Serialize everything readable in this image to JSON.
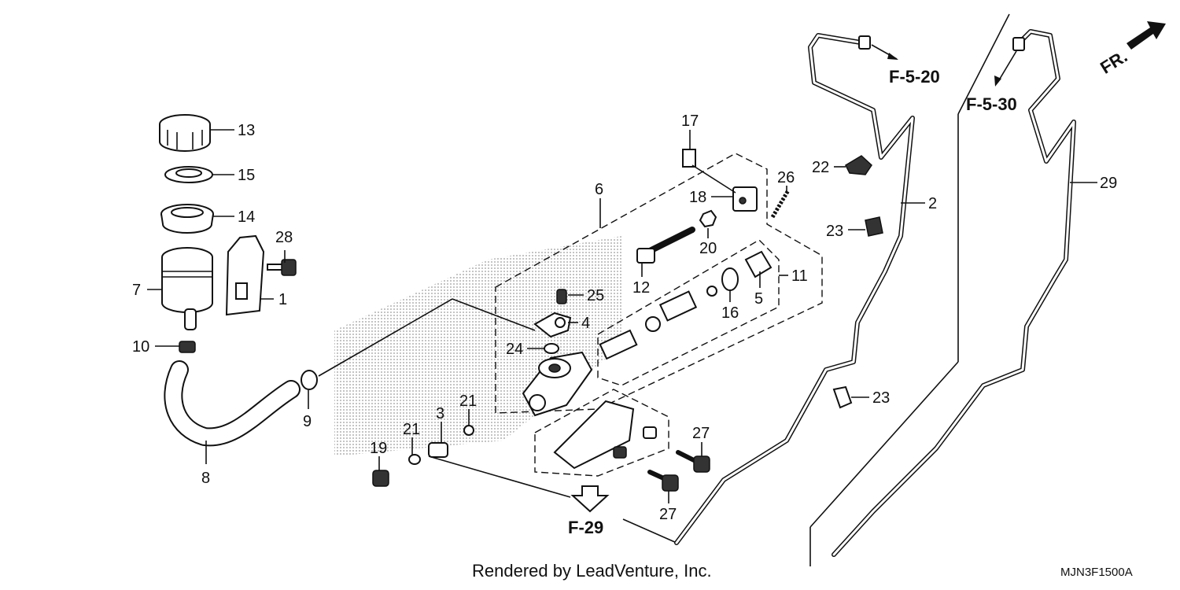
{
  "parts": [
    {
      "id": "13",
      "label": "13"
    },
    {
      "id": "15",
      "label": "15"
    },
    {
      "id": "14",
      "label": "14"
    },
    {
      "id": "28",
      "label": "28"
    },
    {
      "id": "7",
      "label": "7"
    },
    {
      "id": "1",
      "label": "1"
    },
    {
      "id": "10",
      "label": "10"
    },
    {
      "id": "8",
      "label": "8"
    },
    {
      "id": "9",
      "label": "9"
    },
    {
      "id": "6",
      "label": "6"
    },
    {
      "id": "17",
      "label": "17"
    },
    {
      "id": "18",
      "label": "18"
    },
    {
      "id": "26",
      "label": "26"
    },
    {
      "id": "20",
      "label": "20"
    },
    {
      "id": "12",
      "label": "12"
    },
    {
      "id": "11",
      "label": "11"
    },
    {
      "id": "5",
      "label": "5"
    },
    {
      "id": "16",
      "label": "16"
    },
    {
      "id": "25",
      "label": "25"
    },
    {
      "id": "4",
      "label": "4"
    },
    {
      "id": "24",
      "label": "24"
    },
    {
      "id": "3",
      "label": "3"
    },
    {
      "id": "21a",
      "label": "21"
    },
    {
      "id": "21b",
      "label": "21"
    },
    {
      "id": "19",
      "label": "19"
    },
    {
      "id": "27a",
      "label": "27"
    },
    {
      "id": "27b",
      "label": "27"
    },
    {
      "id": "22",
      "label": "22"
    },
    {
      "id": "23a",
      "label": "23"
    },
    {
      "id": "23b",
      "label": "23"
    },
    {
      "id": "2",
      "label": "2"
    },
    {
      "id": "29",
      "label": "29"
    }
  ],
  "refs": {
    "f520": "F-5-20",
    "f530": "F-5-30",
    "f29": "F-29",
    "front": "FR."
  },
  "footer": {
    "credit": "Rendered by LeadVenture, Inc.",
    "code": "MJN3F1500A"
  }
}
